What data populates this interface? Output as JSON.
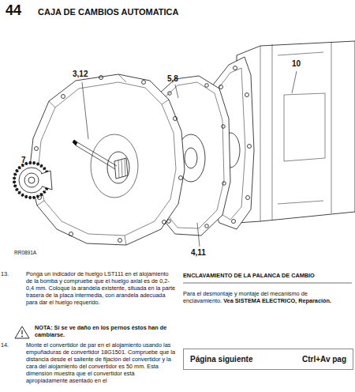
{
  "diagram": {
    "title": "CAJA DE CAMBIOS AUTOMATICA",
    "nodes": [
      {
        "text": [
          "Página siguiente",
          "Ctrl+Av pag"
        ]
      }
    ],
    "labels": [
      "44",
      "3,12",
      "10",
      "5,8",
      "7",
      "4,11",
      "RR0891A",
      "13.",
      "Ponga un indicador de huelgo LST111 en el alojamiento de la bomba y compruebe que el huelgo axial es de 0,2-0,4 mm. Coloque la arandela existente, situada en la parte trasera de la placa intermedia, con arandela adecuada para dar el huelgo requerido.",
      "NOTA: Si se ve daño en los pernos éstos han de cambiarse.",
      "14.",
      "Monte el convertidor de par en el alojamiento usando las empuñaduras de convertidor 18G1501. Compruebe que la distancia desde el saliente de fijación del convertidor y la cara del alojamiento del convertidor es 50 mm. Esta dimensión muestra que el convertidor está apropiadamente asentado en el",
      "ENCLAVAMIENTO DE LA PALANCA DE CAMBIO",
      "Para el desmontaje y montaje del mecanismo de enclavamiento.",
      "Vea SISTEMA ELECTRICO, Reparación."
    ]
  }
}
